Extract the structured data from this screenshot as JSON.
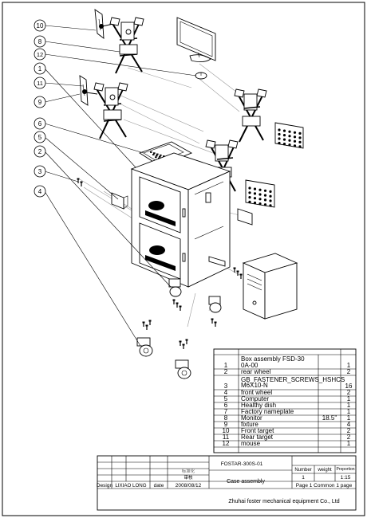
{
  "balloons": [
    "10",
    "8",
    "12",
    "1",
    "11",
    "9",
    "6",
    "5",
    "2",
    "3",
    "4"
  ],
  "bom": {
    "rows": [
      {
        "no": "1",
        "name": "Box assembly  FSD-300A-00",
        "spec": "",
        "qty": "1"
      },
      {
        "no": "2",
        "name": "rear wheel",
        "spec": "",
        "qty": "2"
      },
      {
        "no": "3",
        "name": "GB_FASTENER_SCREWS_HSHCS M6X10-N",
        "spec": "",
        "qty": "16"
      },
      {
        "no": "4",
        "name": "front wheel",
        "spec": "",
        "qty": "2"
      },
      {
        "no": "5",
        "name": "Computer",
        "spec": "",
        "qty": "1"
      },
      {
        "no": "6",
        "name": "Healthy dish",
        "spec": "",
        "qty": "1"
      },
      {
        "no": "7",
        "name": "Factory nameplate",
        "spec": "",
        "qty": "1"
      },
      {
        "no": "8",
        "name": "Monitor",
        "spec": "18.5\"",
        "qty": "1"
      },
      {
        "no": "9",
        "name": "fixture",
        "spec": "",
        "qty": "4"
      },
      {
        "no": "10",
        "name": "Front target",
        "spec": "",
        "qty": "2"
      },
      {
        "no": "11",
        "name": "Rear target",
        "spec": "",
        "qty": "2"
      },
      {
        "no": "12",
        "name": "mouse",
        "spec": "",
        "qty": "1"
      }
    ]
  },
  "title_block": {
    "drawing_no": "FOSTAR-300S-01",
    "part_name": "Case assembly",
    "number_label": "Number",
    "number_value": "1",
    "weight_label": "weight",
    "proportion_label": "Proportion",
    "proportion_value": "1:15",
    "design_label": "Design",
    "designer": "LIXIAO LONG",
    "date_label": "date",
    "date_value": "2008/08/12",
    "page_info": "Page 1  Common 1 page",
    "company": "Zhuhai foster mechanical equipment Co., Ltd",
    "review_mark": "审核",
    "stamp_mark": "标准化"
  }
}
